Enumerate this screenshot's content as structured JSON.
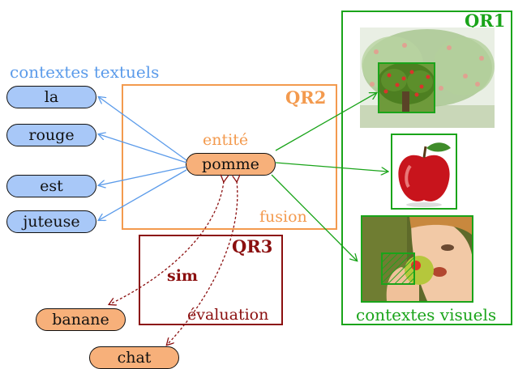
{
  "title_context_text": "contextes textuels",
  "title_context_visual": "contextes visuels",
  "text_words": [
    "la",
    "rouge",
    "est",
    "juteuse"
  ],
  "entity_label": "entité",
  "entity": "pomme",
  "fusion_label": "fusion",
  "qr": {
    "qr1": "QR1",
    "qr2": "QR2",
    "qr3": "QR3"
  },
  "sim_label": "sim",
  "evaluation_label": "évaluation",
  "compare_words": [
    "banane",
    "chat"
  ],
  "colors": {
    "blue": "#5b9bea",
    "blue_fill": "#a8c8f8",
    "orange": "#f39a4e",
    "orange_fill": "#f7b07a",
    "green": "#1aa41a",
    "darkred": "#8b0f0f"
  },
  "images": [
    "apple-tree-image",
    "red-apple-image",
    "boy-eating-apple-image"
  ]
}
